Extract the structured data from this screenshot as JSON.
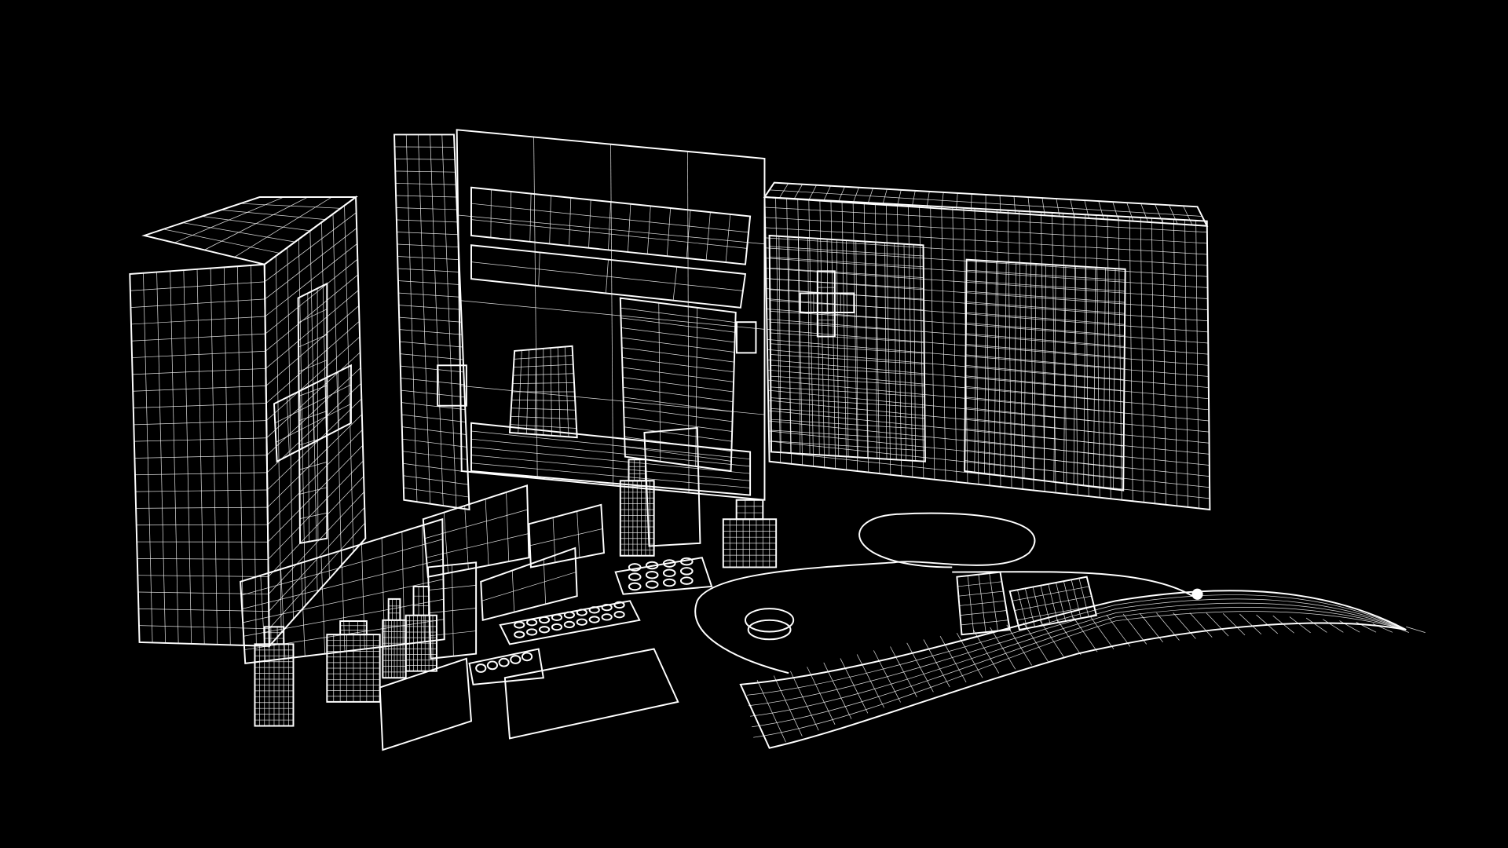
{
  "scene": {
    "background": "#000000",
    "wire_color": "#ffffff",
    "objects": [
      "first-aid-case-closed",
      "first-aid-cabinet-open",
      "first-aid-bag",
      "medicine-boxes",
      "bottles",
      "pill-blisters",
      "stethoscope",
      "bandage"
    ]
  }
}
